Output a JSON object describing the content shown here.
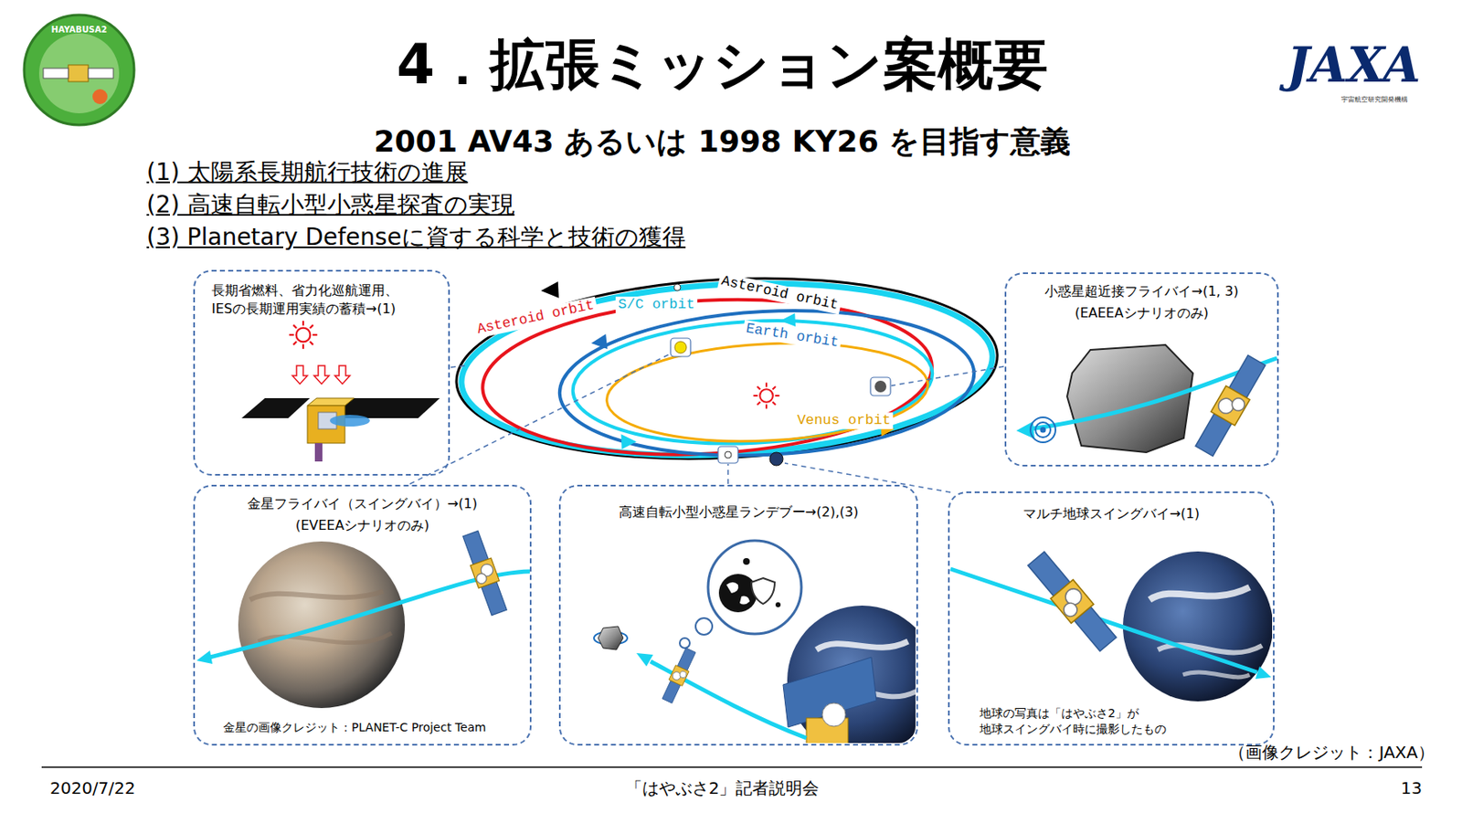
{
  "diagram": {
    "title": "4．拡張ミッション案概要",
    "nodes": [
      {
        "text": [
          "長期省燃料、省力化巡航運用、IESの長期運用実績の蓄積→(1)"
        ]
      },
      {
        "text": [
          "小惑星超近接フライバイ→(1, 3)",
          "(EAEEAシナリオのみ)"
        ]
      },
      {
        "text": [
          "金星フライバイ（スイングバイ）→(1)",
          "(EVEEAシナリオのみ)",
          "金星の画像クレジット：PLANET-C Project Team"
        ]
      },
      {
        "text": [
          "高速自転小型小惑星ランデブー→(2),(3)"
        ]
      },
      {
        "text": [
          "マルチ地球スイングバイ→(1)",
          "地球の写真は「はやぶさ2」が 地球スイングバイ時に撮影したもの"
        ]
      }
    ],
    "labels": [
      "2001 AV43 あるいは 1998 KY26 を目指す意義",
      "(1) 太陽系長期航行技術の進展",
      "(2) 高速自転小型小惑星探査の実現",
      "(3) Planetary Defenseに資する科学と技術の獲得",
      "Asteroid orbit",
      "S/C orbit",
      "Asteroid orbit",
      "Earth orbit",
      "Venus orbit",
      "HAYABUSA2",
      "JAXA",
      "宇宙航空研究開発機構",
      "（画像クレジット：JAXA）",
      "2020/7/22",
      "「はやぶさ2」記者説明会",
      "13"
    ]
  }
}
